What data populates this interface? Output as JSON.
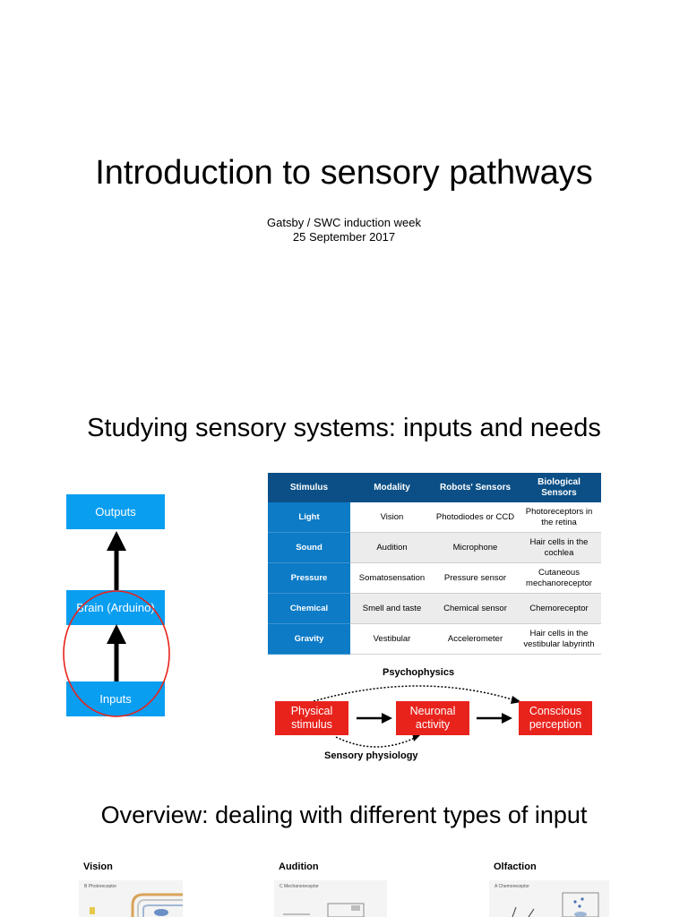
{
  "slide1": {
    "title": "Introduction to sensory pathways",
    "subtitle": "Gatsby / SWC induction week",
    "date": "25 September 2017"
  },
  "slide2": {
    "title": "Studying sensory systems: inputs and needs",
    "diagram": {
      "outputs": "Outputs",
      "brain": "Brain (Arduino)",
      "inputs": "Inputs"
    },
    "table": {
      "headers": [
        "Stimulus",
        "Modality",
        "Robots' Sensors",
        "Biological Sensors"
      ],
      "rows": [
        {
          "stimulus": "Light",
          "modality": "Vision",
          "robot": "Photodiodes or CCD",
          "bio": "Photoreceptors in the retina"
        },
        {
          "stimulus": "Sound",
          "modality": "Audition",
          "robot": "Microphone",
          "bio": "Hair cells in the cochlea"
        },
        {
          "stimulus": "Pressure",
          "modality": "Somatosensation",
          "robot": "Pressure sensor",
          "bio": "Cutaneous mechanoreceptor"
        },
        {
          "stimulus": "Chemical",
          "modality": "Smell and taste",
          "robot": "Chemical sensor",
          "bio": "Chemoreceptor"
        },
        {
          "stimulus": "Gravity",
          "modality": "Vestibular",
          "robot": "Accelerometer",
          "bio": "Hair cells in the vestibular labyrinth"
        }
      ]
    },
    "flow": {
      "top_label": "Psychophysics",
      "bottom_label": "Sensory physiology",
      "box1": "Physical stimulus",
      "box2": "Neuronal activity",
      "box3": "Conscious perception"
    }
  },
  "slide3": {
    "title": "Overview: dealing with different types of input",
    "panels": [
      {
        "label": "Vision",
        "caption": "B Photoreceptor"
      },
      {
        "label": "Audition",
        "caption": "C Mechanoreceptor"
      },
      {
        "label": "Olfaction",
        "caption": "A Chemoreceptor"
      }
    ]
  },
  "colors": {
    "blue_box": "#0a9ef0",
    "table_header": "#0b4f86",
    "table_stimulus": "#0d7bc6",
    "red_box": "#e8231c",
    "circle": "#e8231c"
  }
}
